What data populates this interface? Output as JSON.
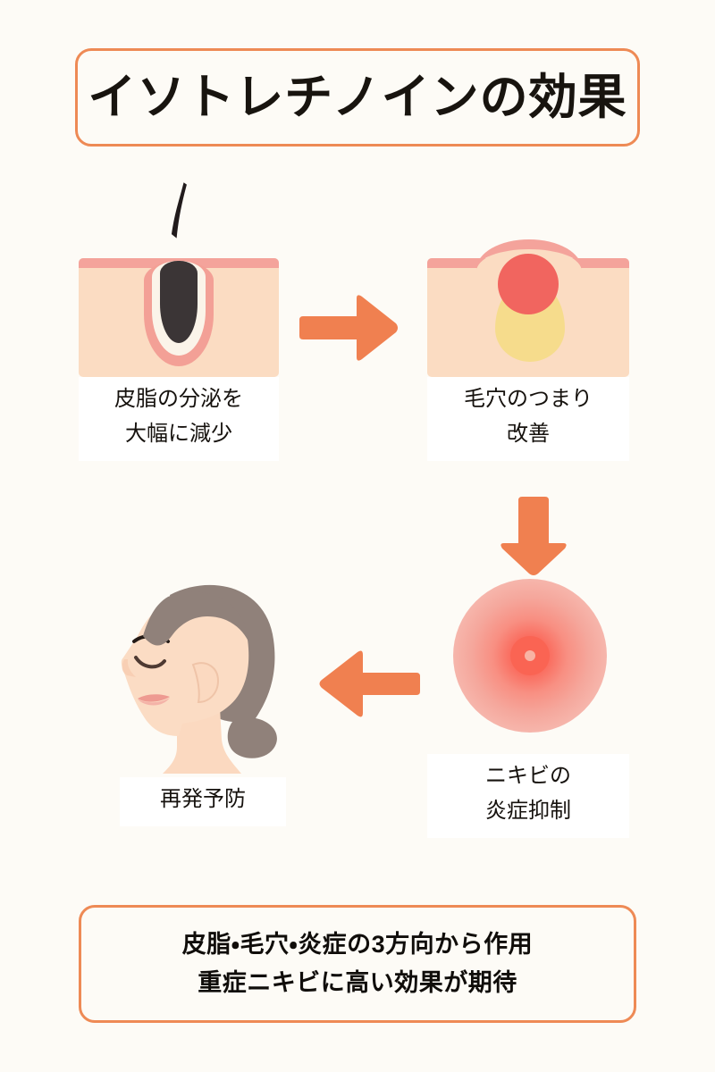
{
  "page": {
    "background_color": "#FDFBF6",
    "accent_color": "#EE8A55",
    "text_color": "#16120E"
  },
  "header": {
    "title": "イソトレチノインの効果",
    "border_color": "#EE8A55"
  },
  "steps": [
    {
      "id": "sebum",
      "icon": "skin-hair-follicle-illustration",
      "caption_line1": "皮脂の分泌を",
      "caption_line2": "大幅に減少"
    },
    {
      "id": "pore",
      "icon": "skin-clogged-pore-illustration",
      "caption_line1": "毛穴のつまり",
      "caption_line2": "改善"
    },
    {
      "id": "acne",
      "icon": "inflamed-pimple-illustration",
      "caption_line1": "ニキビの",
      "caption_line2": "炎症抑制"
    },
    {
      "id": "relapse",
      "icon": "female-face-profile-illustration",
      "caption_line1": "再発予防",
      "caption_line2": ""
    }
  ],
  "arrows": [
    {
      "id": "arrow-1",
      "direction": "right",
      "color": "#F08050"
    },
    {
      "id": "arrow-2",
      "direction": "down",
      "color": "#F08050"
    },
    {
      "id": "arrow-3",
      "direction": "left",
      "color": "#F08050"
    }
  ],
  "footer": {
    "line1": "皮脂・毛穴・炎症の3方向から作用",
    "line2": "重症ニキビに高い効果が期待",
    "border_color": "#EE8A55"
  },
  "palette": {
    "skin_dermis": "#FBDCC2",
    "skin_surface": "#F4A39B",
    "follicle_lining": "#F3A096",
    "follicle_sheath": "#FBF4E9",
    "hair": "#3B3536",
    "sebum": "#F6DC8C",
    "inflammation": "#F1655F",
    "pimple_core": "#FA6453",
    "face_skin": "#FBDCC4",
    "hair_brown": "#90817A",
    "lip": "#EE9A91"
  }
}
